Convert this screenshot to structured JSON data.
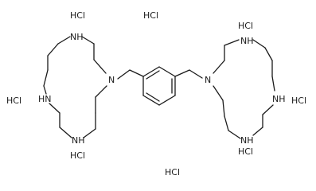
{
  "molecule": {
    "atom_labels": {
      "n_left_top": "NH",
      "n_left_mid": "HN",
      "n_left_bottom": "NH",
      "n_left_tertiary": "N",
      "n_right_tertiary": "N",
      "n_right_top": "NH",
      "n_right_mid": "NH",
      "n_right_bottom": "NH"
    },
    "hcl_labels": {
      "hcl_1": "HCl",
      "hcl_2": "HCl",
      "hcl_3": "HCl",
      "hcl_4": "HCl",
      "hcl_5": "HCl",
      "hcl_6": "HCl",
      "hcl_7": "HCl",
      "hcl_8": "HCl"
    }
  }
}
